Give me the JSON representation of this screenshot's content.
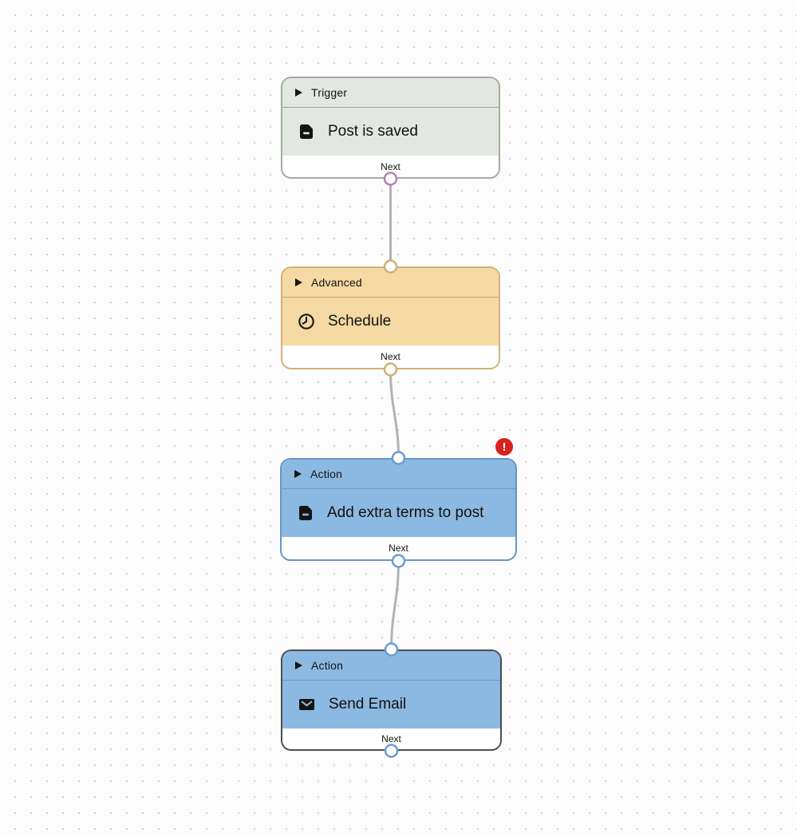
{
  "canvas": {
    "background": "#fcfcfc",
    "dot_color": "#d2d2d2",
    "edge_color": "#b3b1b6"
  },
  "nodes": [
    {
      "type": "trigger",
      "header": "Trigger",
      "title": "Post is saved",
      "icon": "document-icon",
      "footer": "Next",
      "selected": false,
      "colors": {
        "bg": "#e3e7e2",
        "border": "#a3ac9f",
        "divider": "#99a396",
        "port": "#b57fb3"
      }
    },
    {
      "type": "advanced",
      "header": "Advanced",
      "title": "Schedule",
      "icon": "clock-icon",
      "footer": "Next",
      "selected": false,
      "colors": {
        "bg": "#f5d9a3",
        "border": "#d3b177",
        "divider": "#c3a268",
        "port": "#cfaf76"
      }
    },
    {
      "type": "action",
      "header": "Action",
      "title": "Add extra terms to post",
      "icon": "document-icon",
      "footer": "Next",
      "selected": false,
      "colors": {
        "bg": "#8cb9e2",
        "border": "#6496c8",
        "divider": "#679ac6",
        "port": "#6b9bcd"
      },
      "error_badge": {
        "glyph": "!",
        "color": "#d8211f"
      }
    },
    {
      "type": "action",
      "header": "Action",
      "title": "Send Email",
      "icon": "email-icon",
      "footer": "Next",
      "selected": true,
      "colors": {
        "bg": "#8cb9e2",
        "border": "#4a4d52",
        "divider": "#679ac6",
        "port": "#6b9bcd"
      }
    }
  ]
}
